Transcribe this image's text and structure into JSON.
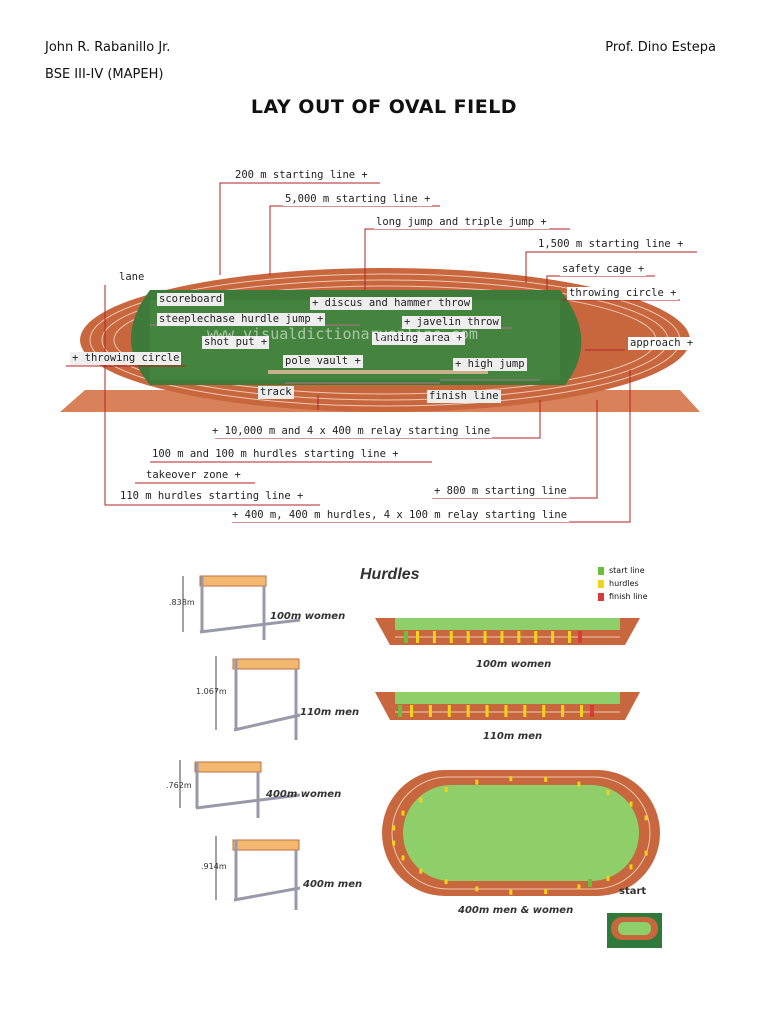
{
  "header": {
    "author": "John R. Rabanillo Jr.",
    "section": "BSE III-IV (MAPEH)",
    "professor": "Prof. Dino Estepa"
  },
  "title": "LAY OUT OF OVAL FIELD",
  "field_labels": {
    "l200": "200 m starting line +",
    "l5000": "5,000 m starting line +",
    "longjump": "long jump and triple jump +",
    "l1500": "1,500 m starting line +",
    "safety": "safety cage +",
    "throwing_right": "throwing circle +",
    "lane": "lane",
    "scoreboard": "scoreboard",
    "discus": "+ discus and hammer throw",
    "steeple": "steeplechase hurdle jump +",
    "javelin": "+ javelin throw",
    "shotput": "shot put +",
    "landing": "landing area +",
    "approach": "approach +",
    "throwing_left": "+ throwing circle",
    "polevault": "pole vault +",
    "highjump": "+ high jump",
    "track": "track",
    "finish": "finish line",
    "l10000": "+ 10,000 m and 4 x 400 m relay starting line",
    "l100": "100 m and 100 m hurdles starting line +",
    "takeover": "takeover zone +",
    "l800": "+ 800 m starting line",
    "l110": "110 m hurdles starting line +",
    "l400": "+ 400 m, 400 m hurdles, 4 x 100 m relay starting line",
    "watermark": "www.visualdictionaryonline.com"
  },
  "hurdles": {
    "title": "Hurdles",
    "legend": [
      "start line",
      "hurdles",
      "finish line"
    ],
    "legend_colors": [
      "#6cbf3c",
      "#f2d21b",
      "#d93a3a"
    ],
    "rows": [
      {
        "height": ".838m",
        "label": "100m women",
        "track_label": "100m women"
      },
      {
        "height": "1.067m",
        "label": "110m men",
        "track_label": "110m men"
      },
      {
        "height": ".762m",
        "label": "400m women",
        "track_label": ""
      },
      {
        "height": ".914m",
        "label": "400m men",
        "track_label": ""
      }
    ],
    "oval_label": "400m men & women",
    "start": "start"
  }
}
